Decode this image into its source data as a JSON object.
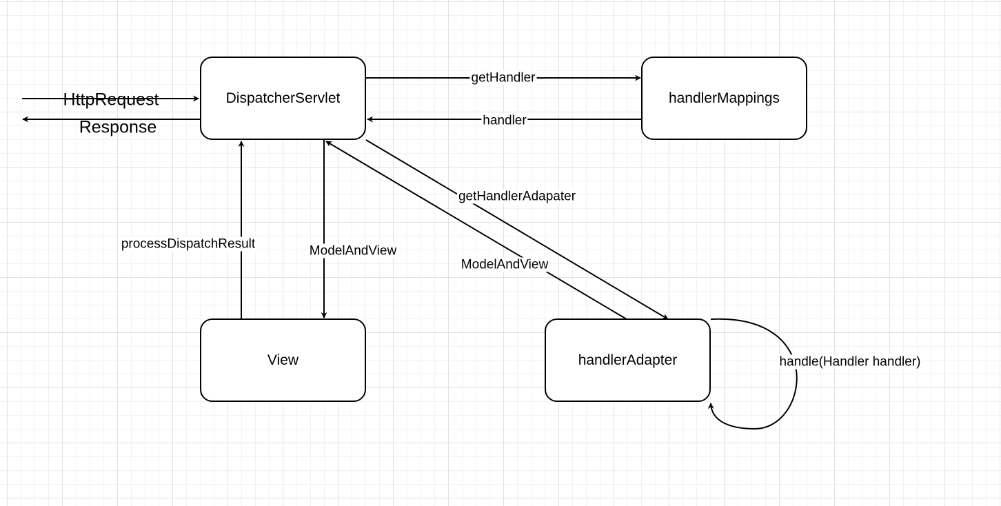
{
  "nodes": {
    "dispatcher": "DispatcherServlet",
    "mappings": "handlerMappings",
    "view": "View",
    "adapter": "handlerAdapter"
  },
  "edges": {
    "http_request": "HttpRequest",
    "response": "Response",
    "get_handler": "getHandler",
    "handler": "handler",
    "get_handler_adapter": "getHandlerAdapater",
    "model_and_view_adapter": "ModelAndView",
    "model_and_view_view": "ModelAndView",
    "process_dispatch_result": "processDispatchResult",
    "handle": "handle(Handler handler)"
  }
}
